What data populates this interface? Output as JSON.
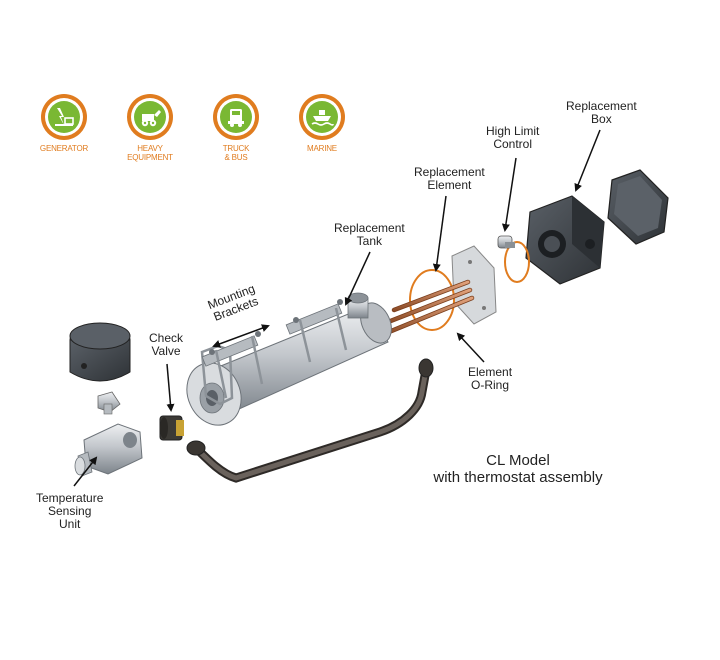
{
  "applications": [
    {
      "label": "GENERATOR",
      "icon": "generator-icon"
    },
    {
      "label": "HEAVY EQUIPMENT",
      "label_lines": [
        "HEAVY",
        "EQUIPMENT"
      ],
      "icon": "heavy-equipment-icon"
    },
    {
      "label": "TRUCK & BUS",
      "label_lines": [
        "TRUCK",
        "& BUS"
      ],
      "icon": "truck-bus-icon"
    },
    {
      "label": "MARINE",
      "icon": "marine-icon"
    }
  ],
  "callouts": {
    "replacement_box": [
      "Replacement",
      "Box"
    ],
    "high_limit_control": [
      "High Limit",
      "Control"
    ],
    "replacement_element": [
      "Replacement",
      "Element"
    ],
    "replacement_tank": [
      "Replacement",
      "Tank"
    ],
    "mounting_brackets": [
      "Mounting",
      "Brackets"
    ],
    "check_valve": [
      "Check",
      "Valve"
    ],
    "element_o_ring": [
      "Element",
      "O-Ring"
    ],
    "temperature_sensing_unit": [
      "Temperature",
      "Sensing",
      "Unit"
    ]
  },
  "model": {
    "title": "CL Model",
    "subtitle": "with thermostat assembly"
  },
  "colors": {
    "badge_ring": "#e07c1f",
    "badge_core": "#7ab833",
    "label_orange": "#e07c1f",
    "metal_light": "#c9ccd0",
    "metal_dark": "#6d7379",
    "housing_dark": "#3d4247",
    "copper": "#b86a3c",
    "oring": "#e07c1f",
    "hose": "#4a4440"
  }
}
